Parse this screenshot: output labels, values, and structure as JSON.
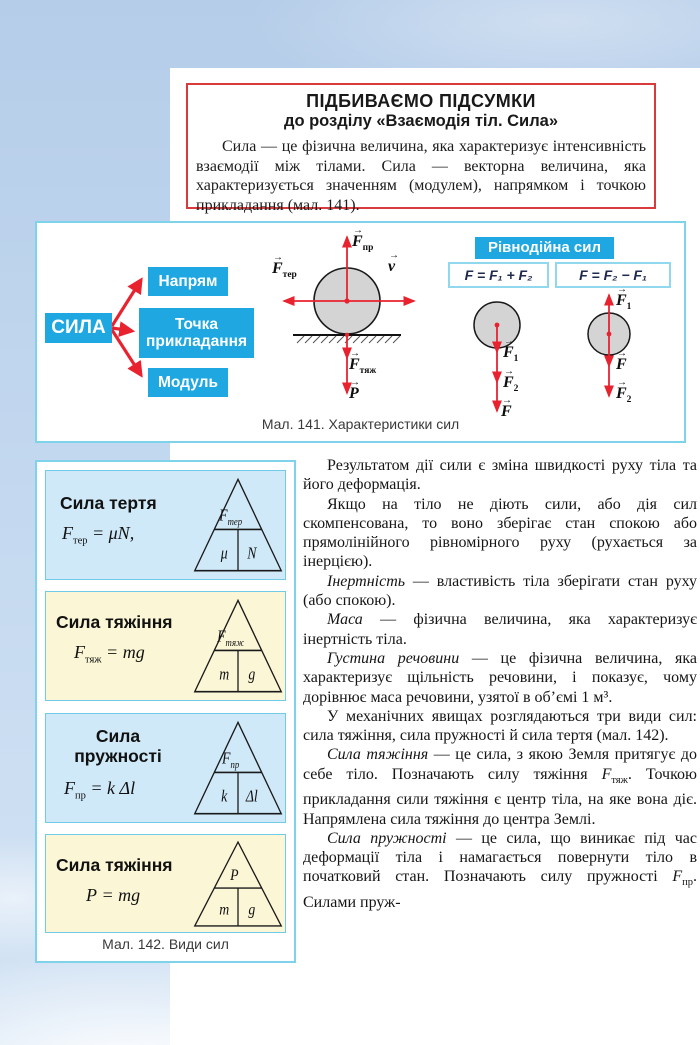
{
  "colors": {
    "accent_blue": "#1ea7e1",
    "arrow_red": "#e8232f",
    "cyan_border": "#7ed3ea",
    "red_border": "#d93b3c",
    "card_blue": "#cfe9f8",
    "card_yellow": "#fbf6d6",
    "formula_navy": "#1e2a4e"
  },
  "glyphs": {
    "vec_arrow": "→"
  },
  "header": {
    "title_line1": "ПІДБИВАЄМО ПІДСУМКИ",
    "title_line2": "до розділу «Взаємодія тіл. Сила»",
    "intro": "Сила — це фізична величина, яка характеризує інтенсивність взаємодії між тілами. Сила — векторна величина, яка характеризується значенням (модулем), напрямком і точкою прикладання (мал. 141)."
  },
  "figure141": {
    "caption": "Мал. 141. Характеристики сил",
    "tree": {
      "root": "СИЛА",
      "child1": "Напрям",
      "child2": "Точка прикладання",
      "child3": "Модуль"
    },
    "resultant": {
      "title": "Рівнодійна сил",
      "formula_sum": "F = F₁ + F₂",
      "formula_diff": "F = F₂ − F₁"
    },
    "vectors": {
      "fpr": {
        "m": "F",
        "s": "пр"
      },
      "fter": {
        "m": "F",
        "s": "тер"
      },
      "v": {
        "m": "v"
      },
      "ftyazh": {
        "m": "F",
        "s": "тяж"
      },
      "p": {
        "m": "P"
      },
      "f1": {
        "m": "F",
        "s": "1"
      },
      "f2": {
        "m": "F",
        "s": "2"
      },
      "f": {
        "m": "F"
      }
    }
  },
  "figure142": {
    "caption": "Мал. 142. Види сил",
    "cards": [
      {
        "title": "Сила тертя",
        "f_main": "F",
        "f_sub": "тер",
        "f_rhs": " = μN,",
        "tri_top_main": "F",
        "tri_top_sub": "тер",
        "tri_bl": "μ",
        "tri_br": "N"
      },
      {
        "title": "Сила тяжіння",
        "f_main": "F",
        "f_sub": "тяж",
        "f_rhs": " = mg",
        "tri_top_main": "F",
        "tri_top_sub": "тяж",
        "tri_bl": "m",
        "tri_br": "g"
      },
      {
        "title": "Сила пружності",
        "f_main": "F",
        "f_sub": "пр",
        "f_rhs": " = k Δl",
        "tri_top_main": "F",
        "tri_top_sub": "пр",
        "tri_bl": "k",
        "tri_br": "Δl"
      },
      {
        "title": "Сила тяжіння",
        "f_main": "P",
        "f_sub": "",
        "f_rhs": " = mg",
        "tri_top_main": "P",
        "tri_top_sub": "",
        "tri_bl": "m",
        "tri_br": "g"
      }
    ]
  },
  "body": {
    "paragraphs": [
      {
        "t1": "Результатом дії сили є зміна швидкості руху тіла та його деформація."
      },
      {
        "t1": "Якщо на тіло не діють сили, або дія сил скомпенсована, то воно зберігає стан спокою або прямолінійного рівномірного руху (рухається за інерцією)."
      },
      {
        "lead": "Інертність",
        "t1": " — властивість тіла зберігати стан руху (або спокою)."
      },
      {
        "lead": "Маса",
        "t1": " — фізична величина, яка характеризує інертність тіла."
      },
      {
        "lead": "Густина речовини",
        "t1": " — це фізична величина, яка характеризує щільність речовини, і показує, чому дорівнює маса речовини, узятої в об’ємі 1 м³."
      },
      {
        "t1": "У механічних явищах розглядаються три види сил: сила тяжіння, сила пружності й сила тертя (мал. 142)."
      },
      {
        "lead": "Сила тяжіння",
        "t1": " — це сила, з якою Земля притягує до себе тіло. Позначають силу тяжіння ",
        "fm": "F",
        "fs": "тяж",
        "t2": ". Точкою прикладання сили тяжіння є центр тіла, на яке вона діє. Напрямлена сила тяжіння до центра Землі."
      },
      {
        "lead": "Сила пружності",
        "t1": " — це сила, що виникає під час деформації тіла і намагається повернути тіло в початковий стан. Позначають силу пружності ",
        "fm": "F",
        "fs": "пр",
        "t2": ". Силами пруж-"
      }
    ]
  }
}
